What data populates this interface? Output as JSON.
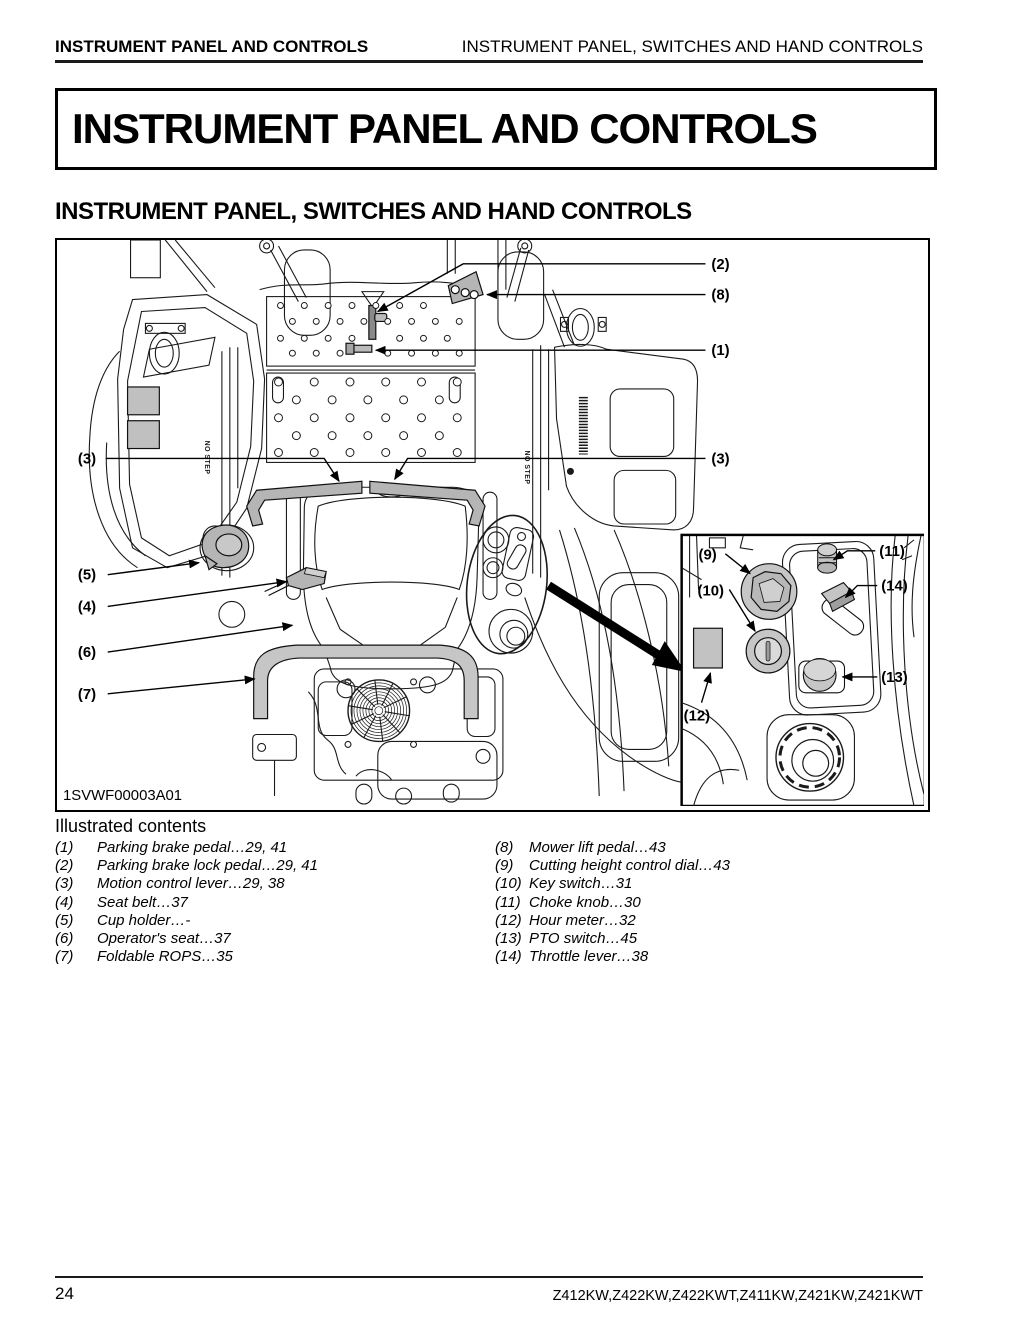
{
  "header": {
    "left_title": "INSTRUMENT PANEL AND CONTROLS",
    "right_title": "INSTRUMENT PANEL, SWITCHES AND HAND CONTROLS"
  },
  "title_box": {
    "title": "INSTRUMENT PANEL AND CONTROLS"
  },
  "section": {
    "heading": "INSTRUMENT PANEL, SWITCHES AND HAND CONTROLS"
  },
  "diagram": {
    "figure_code": "1SVWF00003A01",
    "no_step": "NO STEP",
    "callouts": {
      "c1": "(1)",
      "c2": "(2)",
      "c3": "(3)",
      "c4": "(4)",
      "c5": "(5)",
      "c6": "(6)",
      "c7": "(7)",
      "c8": "(8)",
      "c9": "(9)",
      "c10": "(10)",
      "c11": "(11)",
      "c12": "(12)",
      "c13": "(13)",
      "c14": "(14)"
    }
  },
  "contents": {
    "heading": "Illustrated contents",
    "left": [
      {
        "num": "(1)",
        "text": "Parking brake pedal…29, 41"
      },
      {
        "num": "(2)",
        "text": "Parking brake lock pedal…29, 41"
      },
      {
        "num": "(3)",
        "text": "Motion control lever…29, 38"
      },
      {
        "num": "(4)",
        "text": "Seat belt…37"
      },
      {
        "num": "(5)",
        "text": "Cup holder…-"
      },
      {
        "num": "(6)",
        "text": "Operator's seat…37"
      },
      {
        "num": "(7)",
        "text": "Foldable ROPS…35"
      }
    ],
    "right": [
      {
        "num": "(8)",
        "text": "Mower lift pedal…43"
      },
      {
        "num": "(9)",
        "text": "Cutting height control dial…43"
      },
      {
        "num": "(10)",
        "text": "Key switch…31"
      },
      {
        "num": "(11)",
        "text": "Choke knob…30"
      },
      {
        "num": "(12)",
        "text": "Hour meter…32"
      },
      {
        "num": "(13)",
        "text": "PTO switch…45"
      },
      {
        "num": "(14)",
        "text": "Throttle lever…38"
      }
    ]
  },
  "footer": {
    "page_number": "24",
    "models": "Z412KW,Z422KW,Z422KWT,Z411KW,Z421KW,Z421KWT"
  }
}
